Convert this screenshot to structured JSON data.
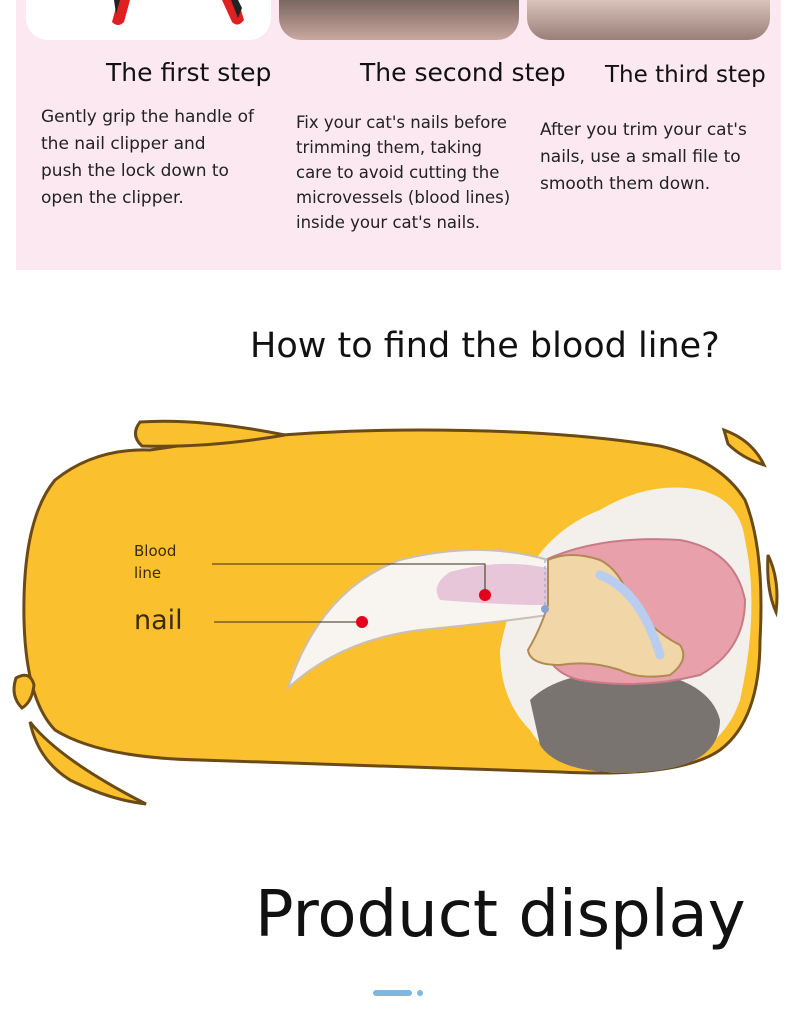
{
  "steps": [
    {
      "title": "The first step",
      "text": "Gently grip the handle of\n the nail clipper and\npush the lock down to\nopen the clipper."
    },
    {
      "title": "The second step",
      "text": "Fix your cat's nails before\ntrimming them, taking\ncare to avoid cutting the\nmicrovessels (blood lines)\n inside your cat's nails."
    },
    {
      "title": "The third step",
      "text": "After you trim your cat's\nnails, use a small file to\nsmooth them down."
    }
  ],
  "blood_line_section": {
    "title": "How to find the blood line?",
    "label_blood_line": "Blood\nline",
    "label_nail": "nail"
  },
  "product_display": {
    "title": "Product display"
  },
  "colors": {
    "panel_pink": "#fbe8f0",
    "blob_yellow": "#fbc02d",
    "blob_outline": "#6b4a16",
    "marker_red": "#e3001b",
    "pager_blue": "#7cb8e0"
  }
}
